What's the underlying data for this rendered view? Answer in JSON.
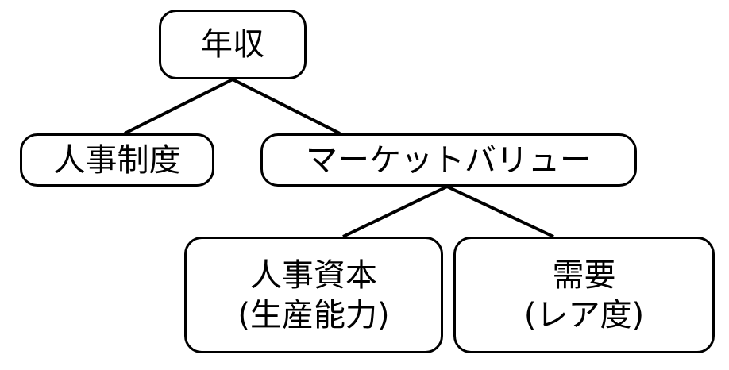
{
  "nodes": {
    "root": {
      "label": "年収"
    },
    "jinji_seido": {
      "label": "人事制度"
    },
    "market_value": {
      "label": "マーケットバリュー"
    },
    "human_capital": {
      "line1": "人事資本",
      "line2": "(生産能力)"
    },
    "demand": {
      "line1": "需要",
      "line2": "(レア度)"
    }
  },
  "colors": {
    "stroke": "#000000",
    "background": "#ffffff"
  }
}
